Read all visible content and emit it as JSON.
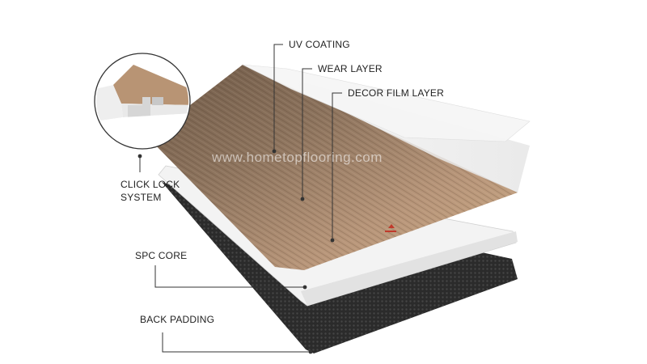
{
  "labels": {
    "uv_coating": "UV COATING",
    "wear_layer": "WEAR LAYER",
    "decor_film_layer": "DECOR FILM LAYER",
    "click_lock_line1": "CLICK LOCK",
    "click_lock_line2": "SYSTEM",
    "spc_core": "SPC CORE",
    "back_padding": "BACK PADDING"
  },
  "watermark": "www.hometopflooring.com",
  "colors": {
    "wood_light": "#c7a886",
    "wood_dark": "#8a6d54",
    "core": "#f2f2f2",
    "backing": "#2a2a2a",
    "film": "#eeeeee",
    "leader_line": "#333333",
    "brand_mark": "#c0392b"
  }
}
